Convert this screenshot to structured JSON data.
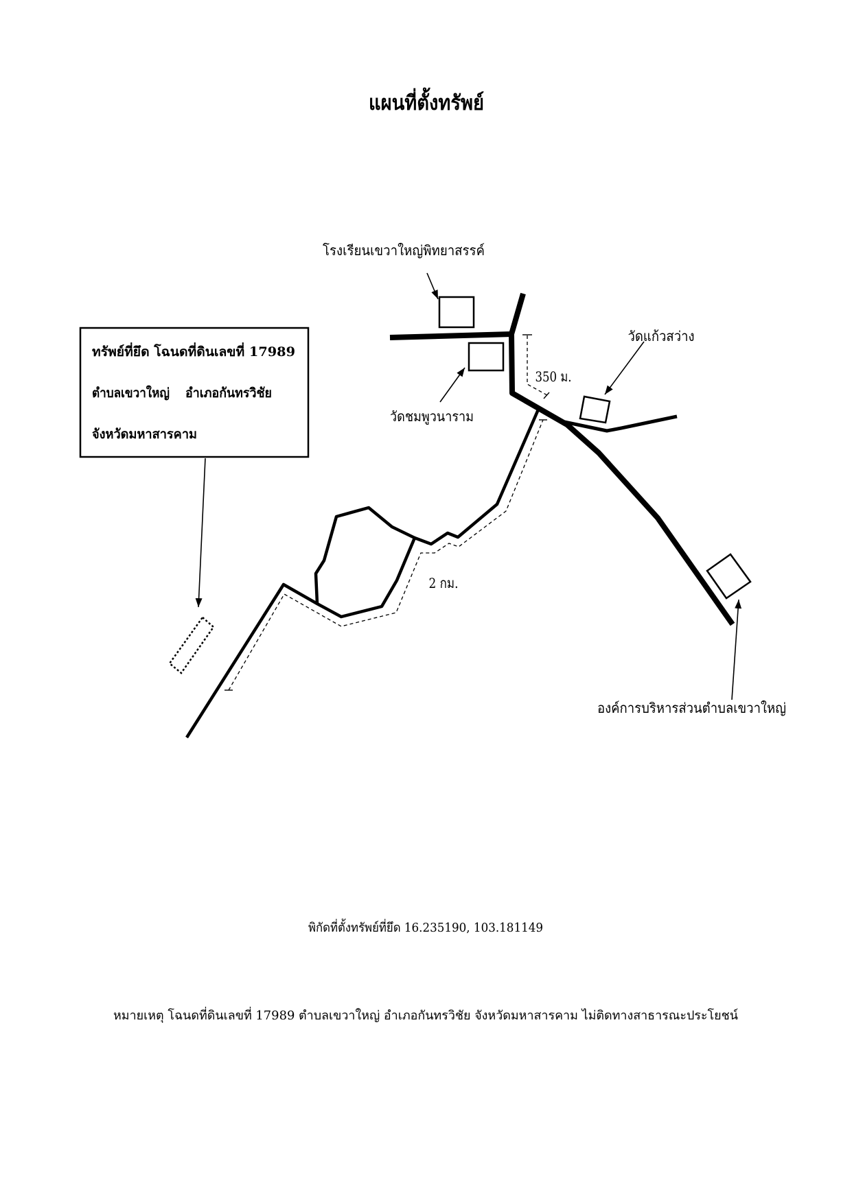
{
  "document": {
    "title": "แผนที่ตั้งทรัพย์",
    "coordinates_text": "พิกัดที่ตั้งทรัพย์ที่ยึด 16.235190, 103.181149",
    "note": "หมายเหตุ โฉนดที่ดินเลขที่ 17989 ตำบลเขวาใหญ่ อำเภอกันทรวิชัย จังหวัดมหาสารคาม ไม่ติดทางสาธารณะประโยชน์"
  },
  "property_box": {
    "line1": "ทรัพย์ที่ยึด โฉนดที่ดินเลขที่ 17989",
    "subdistrict": "ตำบลเขวาใหญ่",
    "district": "อำเภอกันทรวิชัย",
    "province": "จังหวัดมหาสารคาม"
  },
  "landmarks": {
    "school": "โรงเรียนเขวาใหญ่พิทยาสรรค์",
    "wat_chomphu": "วัดชมพูวนาราม",
    "wat_kaew_sawang": "วัดแก้วสว่าง",
    "sao": "องค์การบริหารส่วนตำบลเขวาใหญ่"
  },
  "distances": {
    "junction_segment": "350 ม.",
    "road_to_property": "2 กม."
  },
  "colors": {
    "ink": "#000000",
    "paper": "#ffffff"
  }
}
